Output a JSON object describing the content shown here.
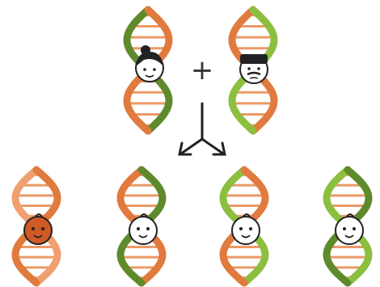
{
  "operator": "+",
  "colors": {
    "orange_dark": "#e07a3e",
    "orange_light": "#f0a070",
    "green_dark": "#5f8a2c",
    "green_light": "#8cbf3f",
    "rung": "#ea9a66",
    "arrow": "#222222",
    "baby_orange": "#cf5a26"
  },
  "parents": [
    {
      "name": "mother",
      "strand_a": "orange_dark",
      "strand_b": "green_dark",
      "face": "mother-face"
    },
    {
      "name": "father",
      "strand_a": "green_light",
      "strand_b": "orange_dark",
      "face": "father-face"
    }
  ],
  "children": [
    {
      "name": "child-1",
      "strand_a": "orange_dark",
      "strand_b": "orange_light",
      "face": "baby-face-orange"
    },
    {
      "name": "child-2",
      "strand_a": "green_dark",
      "strand_b": "orange_dark",
      "face": "baby-face"
    },
    {
      "name": "child-3",
      "strand_a": "orange_dark",
      "strand_b": "green_light",
      "face": "baby-face"
    },
    {
      "name": "child-4",
      "strand_a": "green_dark",
      "strand_b": "green_light",
      "face": "baby-face"
    }
  ]
}
